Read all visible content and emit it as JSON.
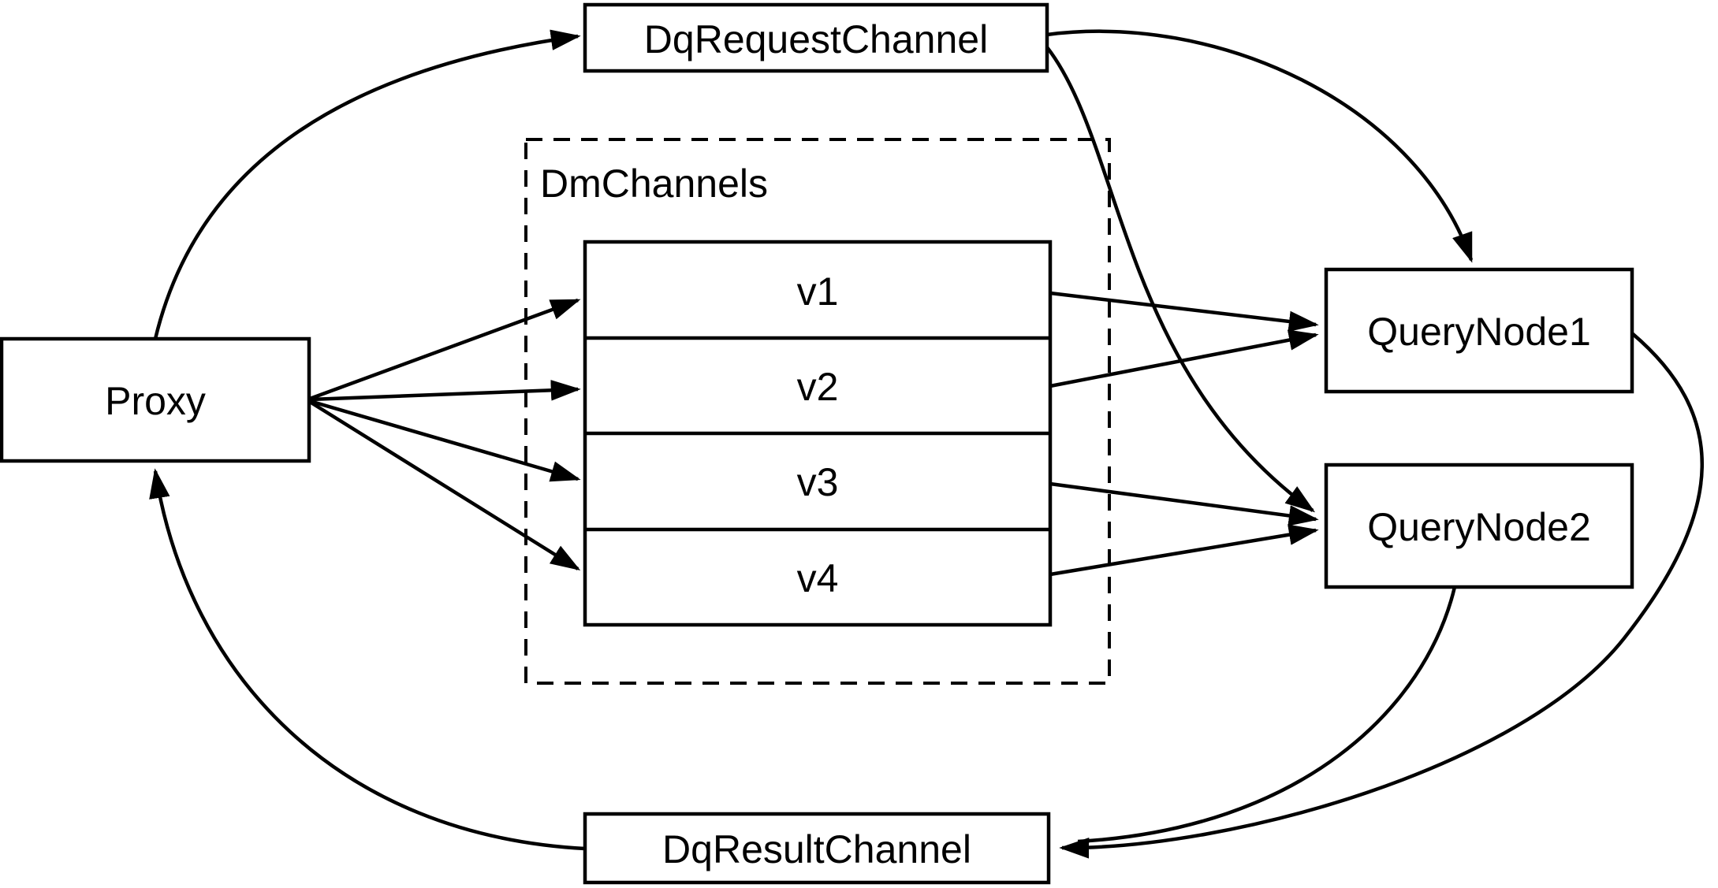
{
  "diagram": {
    "nodes": {
      "proxy": "Proxy",
      "request_channel": "DqRequestChannel",
      "dm_group": "DmChannels",
      "channels": [
        "v1",
        "v2",
        "v3",
        "v4"
      ],
      "query_node_1": "QueryNode1",
      "query_node_2": "QueryNode2",
      "result_channel": "DqResultChannel"
    },
    "edges": [
      {
        "from": "Proxy",
        "to": "DqRequestChannel"
      },
      {
        "from": "Proxy",
        "to": "v1"
      },
      {
        "from": "Proxy",
        "to": "v2"
      },
      {
        "from": "Proxy",
        "to": "v3"
      },
      {
        "from": "Proxy",
        "to": "v4"
      },
      {
        "from": "v1",
        "to": "QueryNode1"
      },
      {
        "from": "v2",
        "to": "QueryNode1"
      },
      {
        "from": "v3",
        "to": "QueryNode2"
      },
      {
        "from": "v4",
        "to": "QueryNode2"
      },
      {
        "from": "DqRequestChannel",
        "to": "QueryNode1"
      },
      {
        "from": "DqRequestChannel",
        "to": "QueryNode2"
      },
      {
        "from": "QueryNode1",
        "to": "DqResultChannel"
      },
      {
        "from": "QueryNode2",
        "to": "DqResultChannel"
      },
      {
        "from": "DqResultChannel",
        "to": "Proxy"
      }
    ],
    "colors": {
      "background": "#ffffff",
      "stroke": "#000000",
      "text": "#000000"
    }
  }
}
